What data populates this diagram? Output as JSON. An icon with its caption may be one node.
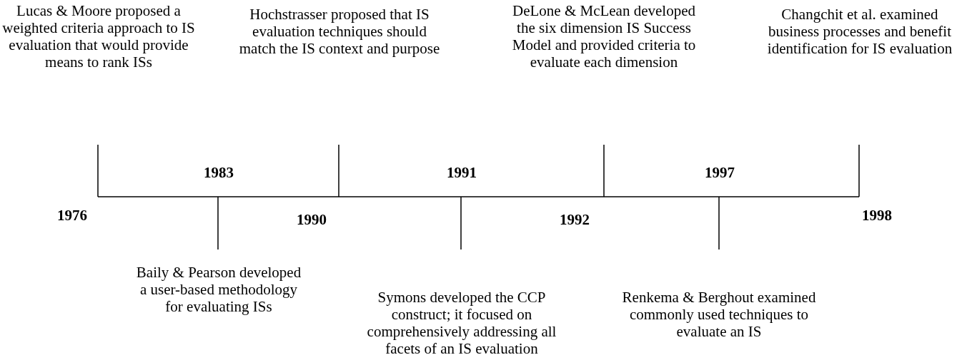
{
  "diagram": {
    "labels": [
      "Lucas & Moore proposed a weighted criteria approach to IS evaluation that would provide means to rank ISs",
      "Hochstrasser proposed that IS evaluation techniques should match the IS context and purpose",
      "DeLone & McLean developed the six dimension IS Success Model and provided criteria to evaluate each dimension",
      "Changchit et al. examined business processes and benefit identification for IS evaluation",
      "1983",
      "1991",
      "1997",
      "1976",
      "1998",
      "1990",
      "1992",
      "Baily & Pearson developed a user-based methodology for evaluating ISs",
      "Symons developed the CCP construct; it focused on comprehensively addressing all facets of an IS evaluation",
      "Renkema & Berghout examined commonly used techniques to evaluate an IS"
    ]
  }
}
